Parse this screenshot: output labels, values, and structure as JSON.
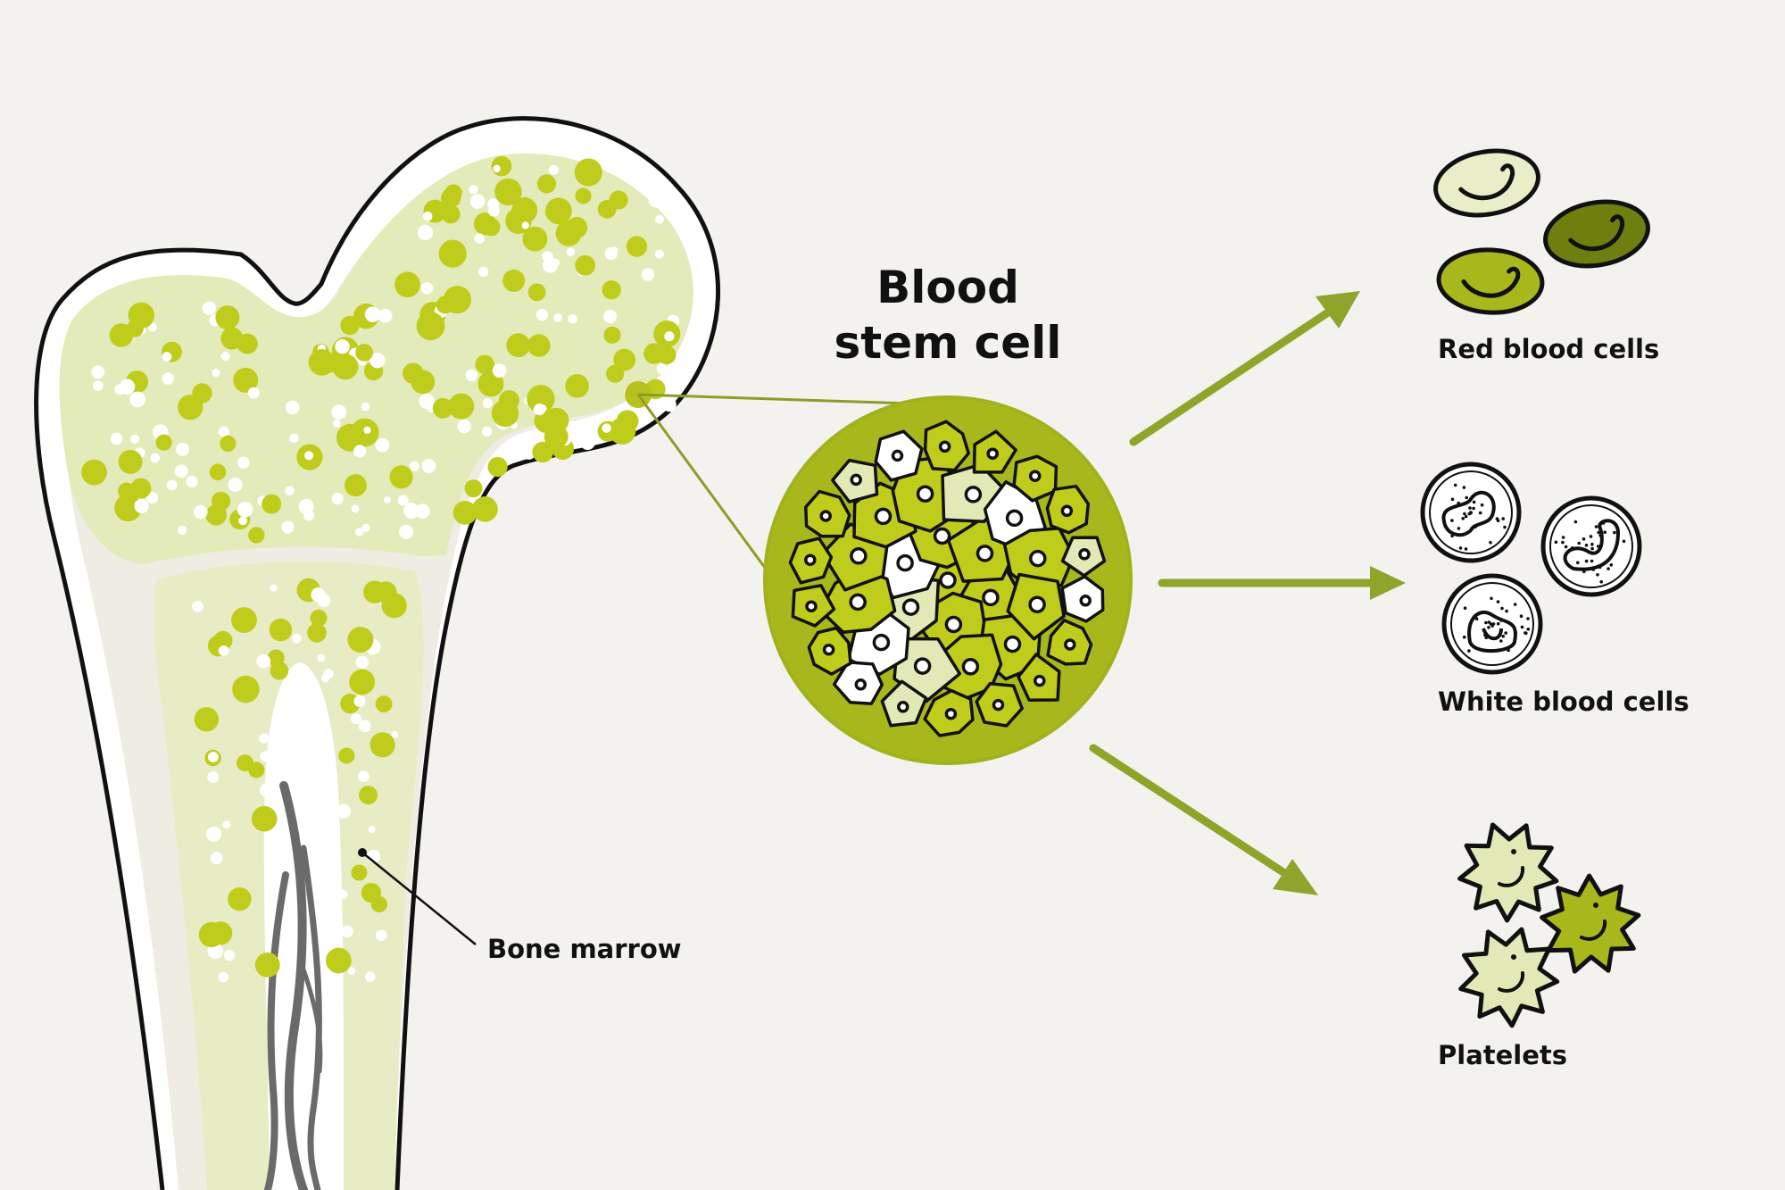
{
  "title": {
    "line1": "Blood",
    "line2": "stem cell"
  },
  "labels": {
    "bone_marrow": "Bone marrow",
    "red_blood_cells": "Red blood cells",
    "white_blood_cells": "White blood cells",
    "platelets": "Platelets"
  },
  "colors": {
    "background": "#f4f2ef",
    "marrow_fill": "#e2e9b6",
    "marrow_light": "#e9eec8",
    "lime": "#c0cc1c",
    "olive": "#a8b81c",
    "dark_olive": "#6e7f10",
    "arrow": "#8fa42b",
    "outline": "#111111",
    "vessel": "#6a6a6a"
  }
}
